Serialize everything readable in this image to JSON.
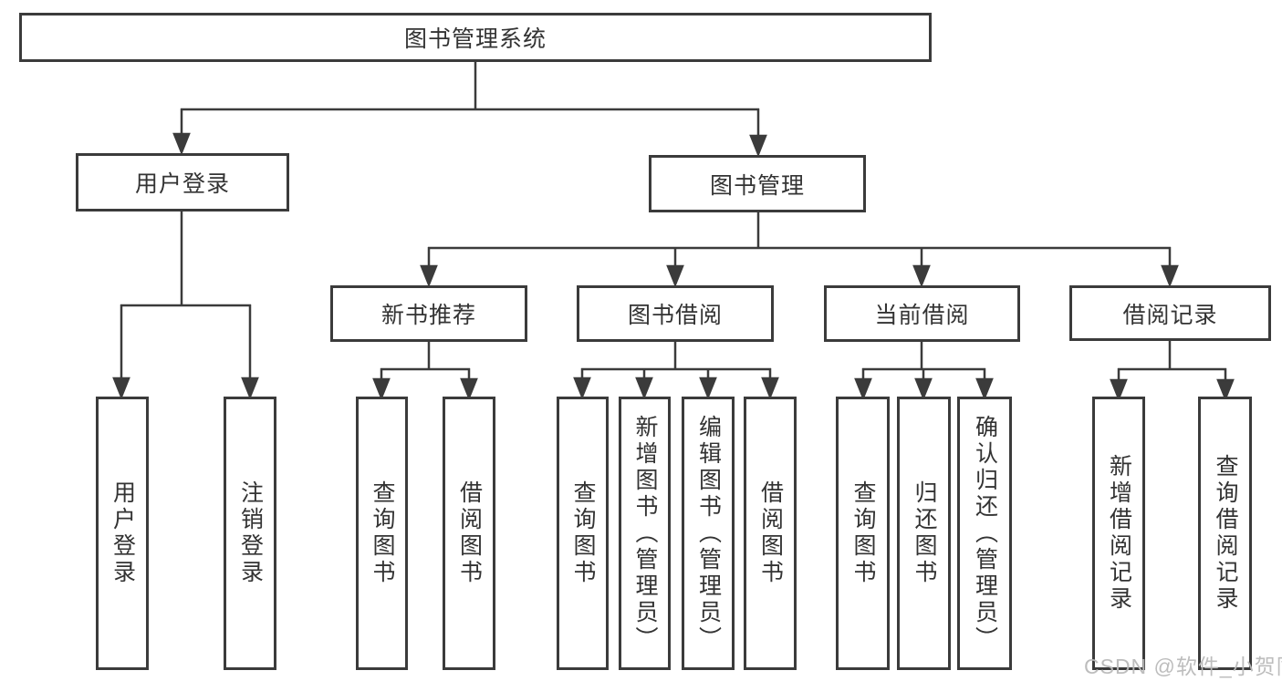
{
  "diagram_title": "图书管理系统",
  "root": {
    "label": "图书管理系统"
  },
  "level2": [
    {
      "id": "user-login",
      "label": "用户登录"
    },
    {
      "id": "book-management",
      "label": "图书管理"
    }
  ],
  "level3": [
    {
      "id": "new-book-recommend",
      "label": "新书推荐"
    },
    {
      "id": "book-borrow",
      "label": "图书借阅"
    },
    {
      "id": "current-borrow",
      "label": "当前借阅"
    },
    {
      "id": "borrow-records",
      "label": "借阅记录"
    }
  ],
  "leaves": [
    {
      "id": "user-login",
      "parent": "user-login",
      "label": "用户登录"
    },
    {
      "id": "logout",
      "parent": "user-login",
      "label": "注销登录"
    },
    {
      "id": "query-books",
      "parent": "new-book-recommend",
      "label": "查询图书"
    },
    {
      "id": "borrow-books",
      "parent": "new-book-recommend",
      "label": "借阅图书"
    },
    {
      "id": "query-books",
      "parent": "book-borrow",
      "label": "查询图书"
    },
    {
      "id": "add-books-admin",
      "parent": "book-borrow",
      "label": "新增图书（管理员）"
    },
    {
      "id": "edit-books-admin",
      "parent": "book-borrow",
      "label": "编辑图书（管理员）"
    },
    {
      "id": "borrow-books",
      "parent": "book-borrow",
      "label": "借阅图书"
    },
    {
      "id": "query-books",
      "parent": "current-borrow",
      "label": "查询图书"
    },
    {
      "id": "return-books",
      "parent": "current-borrow",
      "label": "归还图书"
    },
    {
      "id": "confirm-return-admin",
      "parent": "current-borrow",
      "label": "确认归还（管理员）"
    },
    {
      "id": "add-borrow-record",
      "parent": "borrow-records",
      "label": "新增借阅记录"
    },
    {
      "id": "query-borrow-record",
      "parent": "borrow-records",
      "label": "查询借阅记录"
    }
  ],
  "watermark": "CSDN @软件_小贺同学",
  "colors": {
    "line": "#3b3b3b",
    "text": "#333333",
    "background": "#ffffff",
    "watermark": "#b9b9b9"
  }
}
